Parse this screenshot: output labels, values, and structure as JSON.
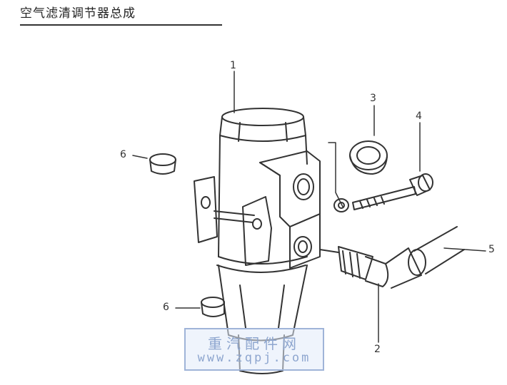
{
  "title": "空气滤清调节器总成",
  "callouts": [
    {
      "id": "1",
      "label": "1"
    },
    {
      "id": "2",
      "label": "2"
    },
    {
      "id": "3",
      "label": "3"
    },
    {
      "id": "4",
      "label": "4"
    },
    {
      "id": "5",
      "label": "5"
    },
    {
      "id": "6a",
      "label": "6"
    },
    {
      "id": "6b",
      "label": "6"
    }
  ],
  "watermark": {
    "name": "重汽配件网",
    "url": "www.zqpj.com"
  }
}
